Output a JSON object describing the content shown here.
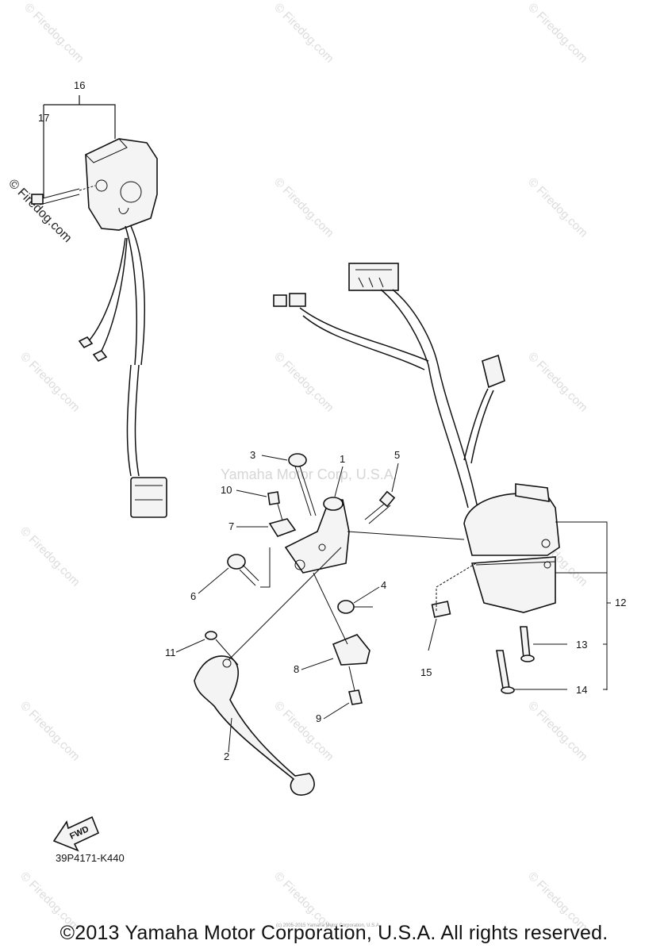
{
  "diagram": {
    "callouts": [
      "16",
      "17",
      "3",
      "1",
      "5",
      "10",
      "7",
      "6",
      "4",
      "12",
      "13",
      "14",
      "11",
      "8",
      "15",
      "9",
      "2"
    ],
    "center_watermark": "Yamaha Motor Corp, U.S.A.",
    "watermark_text": "© Firedog.com",
    "fwd_label": "FWD",
    "diagram_code": "39P4171-K440",
    "tiny_notice": "(c) 2005-2015 Yamaha Motor Corporation, U.S.A."
  },
  "footer": {
    "copyright": "©2013 Yamaha Motor Corporation, U.S.A. All rights reserved."
  }
}
